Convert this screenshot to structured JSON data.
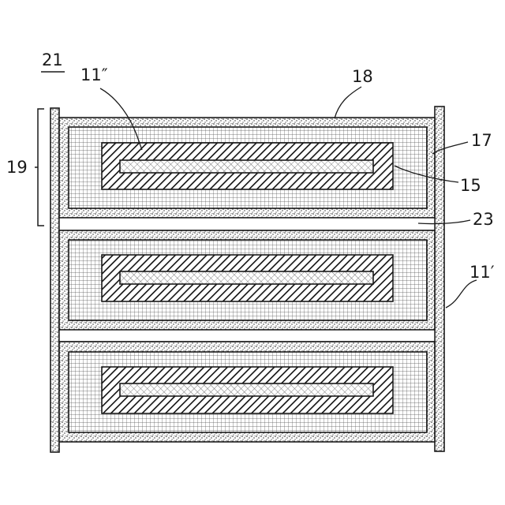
{
  "figure": {
    "title_ref": "21",
    "labels": {
      "top_layer_ref": "11″",
      "outer_film_ref": "18",
      "side_layer_ref": "17",
      "core_ref": "15",
      "stack_ref": "19",
      "gap_ref": "23",
      "side_wall_ref": "11′"
    },
    "unit_count": 3,
    "colors": {
      "stroke": "#1a1a1a",
      "background": "#ffffff",
      "grid": "#555555"
    }
  }
}
